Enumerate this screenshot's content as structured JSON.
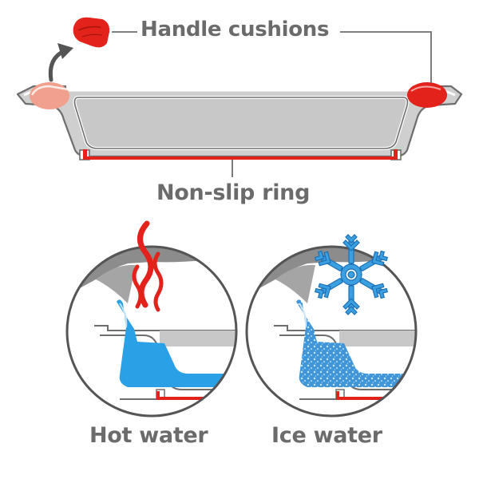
{
  "labels": {
    "handle_cushions": "Handle cushions",
    "non_slip_ring": "Non-slip ring",
    "hot_water": "Hot water",
    "ice_water": "Ice water"
  },
  "colors": {
    "cushion_red": "#e3221b",
    "cushion_faded": "#f0a08c",
    "pan_fill": "#cfcfcf",
    "pan_outline": "#6e6e6e",
    "label_gray": "#6b6b6b",
    "hot_water_blue": "#2aa0e6",
    "ice_blue": "#3a94dd",
    "snowflake_blue": "#3aa0e0"
  },
  "icons": {
    "arrow": "curved-arrow-icon",
    "steam": "steam-icon",
    "snowflake": "snowflake-icon"
  }
}
